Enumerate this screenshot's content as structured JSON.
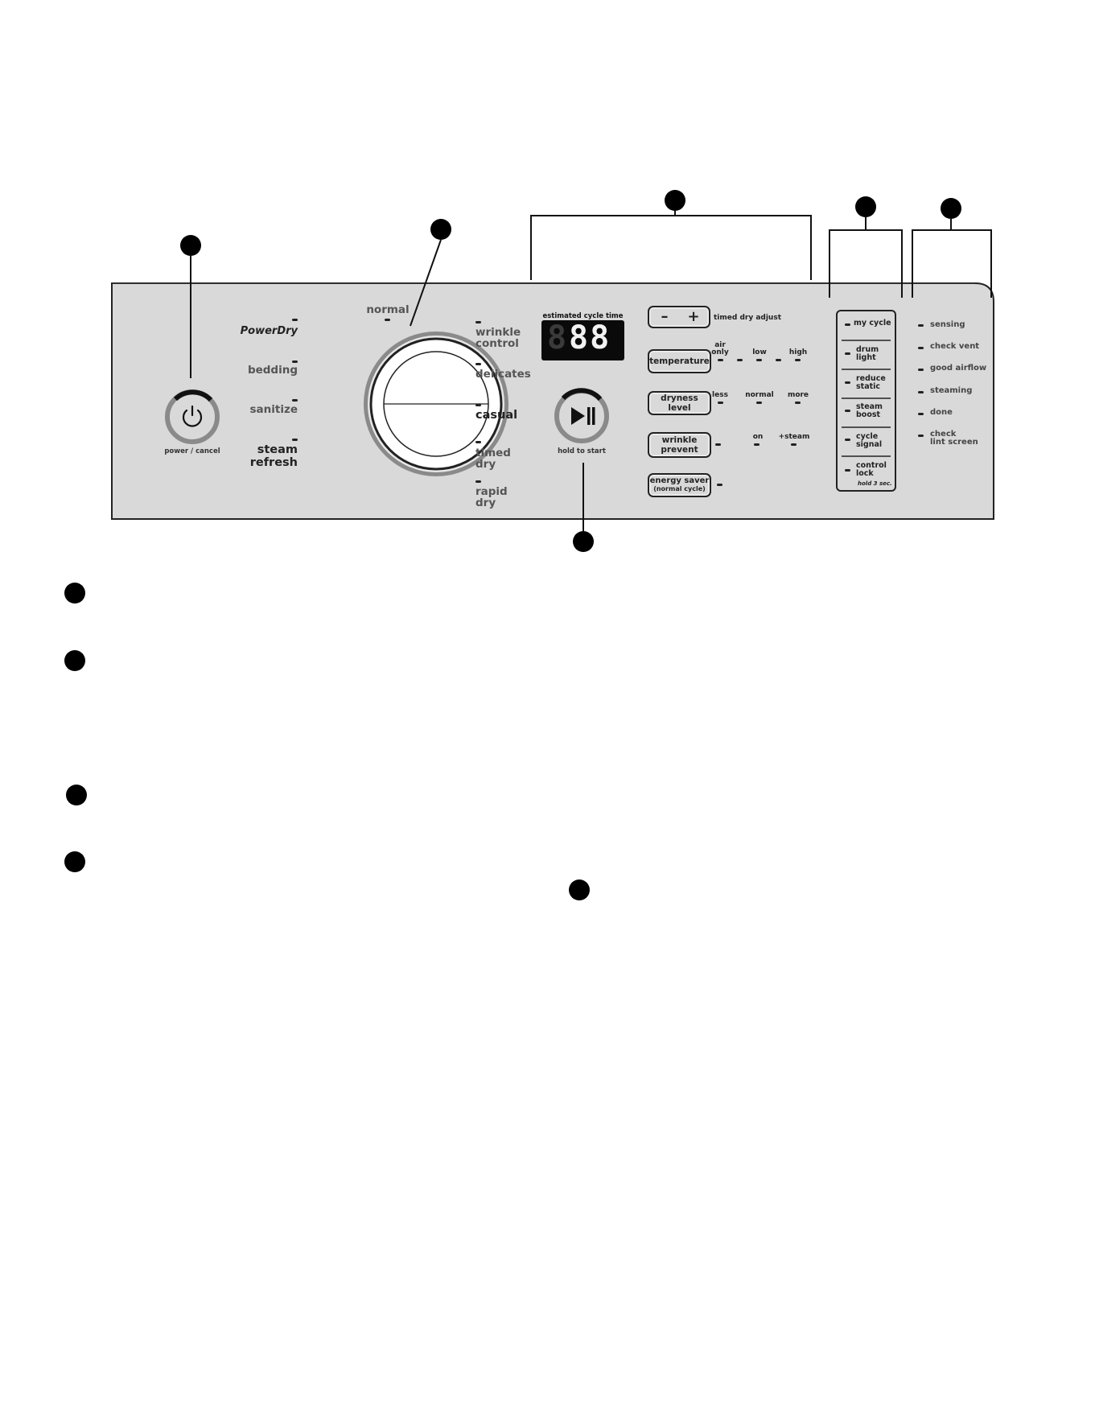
{
  "panel": {
    "power_label": "power / cancel",
    "start_label": "hold to start",
    "display_title": "estimated cycle time",
    "display_value": "88",
    "display_placeholder_digit": "8"
  },
  "cycles_left": [
    {
      "id": "powerdry",
      "label": "PowerDry"
    },
    {
      "id": "bedding",
      "label": "bedding"
    },
    {
      "id": "sanitize",
      "label": "sanitize"
    },
    {
      "id": "steam-refresh",
      "label": "steam\nrefresh"
    }
  ],
  "cycle_top": {
    "label": "normal"
  },
  "cycles_right": [
    {
      "id": "wrinkle-control",
      "label": "wrinkle\ncontrol"
    },
    {
      "id": "delicates",
      "label": "delicates"
    },
    {
      "id": "casual",
      "label": "casual"
    },
    {
      "id": "timed-dry",
      "label": "timed\ndry"
    },
    {
      "id": "rapid-dry",
      "label": "rapid\ndry"
    }
  ],
  "timed_dry": {
    "minus": "–",
    "plus": "+",
    "label": "timed dry adjust"
  },
  "options": {
    "temperature": {
      "label": "temperature",
      "levels": [
        "air\nonly",
        "low",
        "high"
      ]
    },
    "dryness": {
      "label": "dryness level",
      "levels": [
        "less",
        "normal",
        "more"
      ]
    },
    "wrinkle": {
      "label": "wrinkle\nprevent",
      "levels": [
        "on",
        "+steam"
      ]
    },
    "energy": {
      "label": "energy saver",
      "sub": "(normal cycle)"
    }
  },
  "my_cycle_options": [
    {
      "id": "my-cycle",
      "label": "my cycle"
    },
    {
      "id": "drum-light",
      "label": "drum\nlight"
    },
    {
      "id": "reduce-static",
      "label": "reduce\nstatic"
    },
    {
      "id": "steam-boost",
      "label": "steam\nboost"
    },
    {
      "id": "cycle-signal",
      "label": "cycle\nsignal"
    },
    {
      "id": "control-lock",
      "label": "control\nlock",
      "note": "hold 3 sec."
    }
  ],
  "status_lights": [
    {
      "id": "sensing",
      "label": "sensing"
    },
    {
      "id": "check-vent",
      "label": "check vent"
    },
    {
      "id": "good-airflow",
      "label": "good airflow"
    },
    {
      "id": "steaming",
      "label": "steaming"
    },
    {
      "id": "done",
      "label": "done"
    },
    {
      "id": "check-lint-screen",
      "label": "check\nlint screen"
    }
  ],
  "colors": {
    "panel": "#d9d9d9",
    "ink": "#111111",
    "display": "#0a0a0a",
    "ring": "#7a7a7a"
  }
}
